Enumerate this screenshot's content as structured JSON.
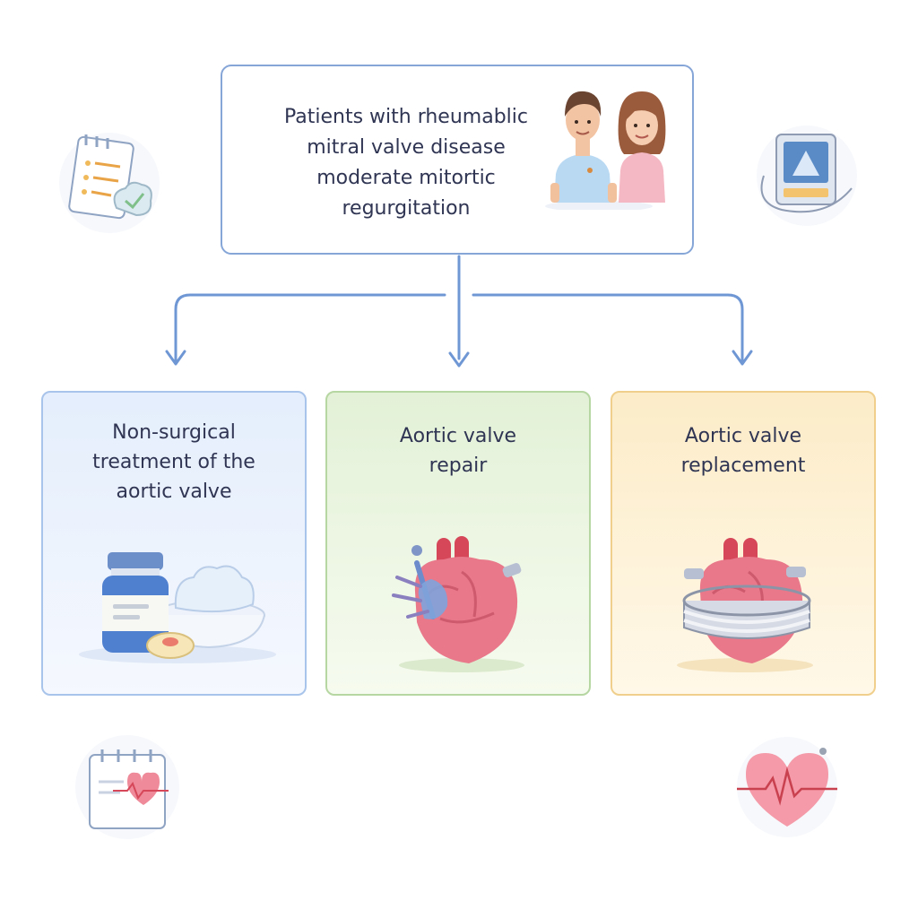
{
  "top": {
    "lines": [
      "Patients with rheumablic",
      "mitral valve disease",
      "moderate mitortic",
      "regurgitation"
    ]
  },
  "options": [
    {
      "lines": [
        "Non-surgical",
        "treatment of the",
        "aortic valve"
      ],
      "accent": "#a9c4ea"
    },
    {
      "lines": [
        "Aortic valve",
        "repair"
      ],
      "accent": "#b6d6a2"
    },
    {
      "lines": [
        "Aortic valve",
        "replacement"
      ],
      "accent": "#f0cf8c"
    }
  ],
  "colors": {
    "connector": "#6f97d4",
    "heart": "#e8788a"
  },
  "icons": [
    "checklist-icon",
    "ultrasound-monitor-icon",
    "calendar-heart-icon",
    "heart-pulse-icon",
    "patients-icon",
    "medication-icon",
    "heart-repair-icon",
    "heart-replacement-icon"
  ]
}
